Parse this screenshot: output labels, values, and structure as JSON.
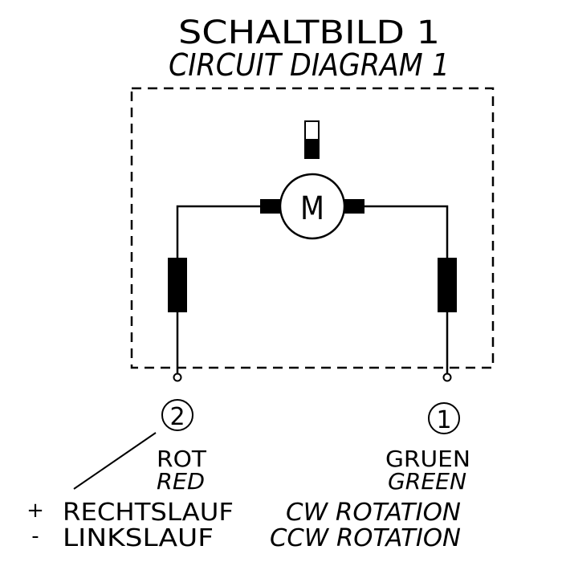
{
  "title": {
    "german": "SCHALTBILD 1",
    "english": "CIRCUIT DIAGRAM 1"
  },
  "motor": {
    "label": "M"
  },
  "terminals": [
    {
      "number": "2",
      "color_german": "ROT",
      "color_english": "RED"
    },
    {
      "number": "1",
      "color_german": "GRUEN",
      "color_english": "GREEN"
    }
  ],
  "legend": [
    {
      "sign": "+",
      "german": "RECHTSLAUF",
      "english": "CW ROTATION"
    },
    {
      "sign": "-",
      "german": "LINKSLAUF",
      "english": "CCW ROTATION"
    }
  ],
  "colors": {
    "ink": "#000000",
    "background": "#ffffff"
  }
}
